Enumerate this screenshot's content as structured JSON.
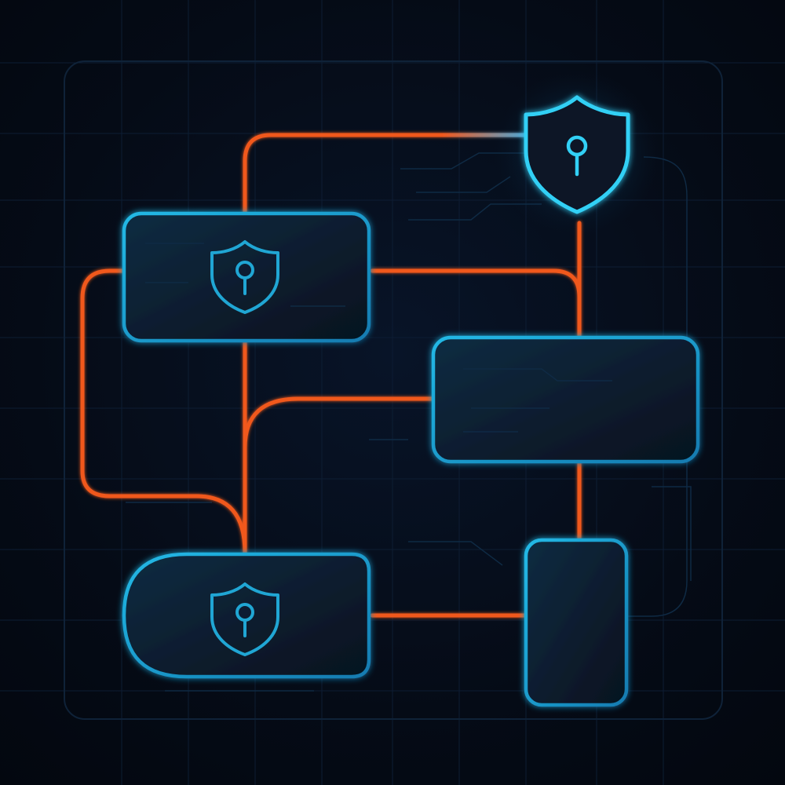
{
  "colors": {
    "background": "#050b16",
    "grid": "#0d1d33",
    "trace": "#0f2a44",
    "panel_border": "#0f2238",
    "node_fill_top": "#0b2a3f",
    "node_fill_bottom": "#071726",
    "node_stroke": "#1a8fc4",
    "node_stroke_bright": "#1cb8e6",
    "shield": "#20a6d4",
    "shield_bright": "#31d0f5",
    "connector": "#f0591f",
    "connector_glow": "#3ab0e8"
  },
  "icons": {
    "node_a_icon": "shield-lock-icon",
    "node_c_icon": "shield-lock-icon",
    "top_icon": "shield-lock-icon"
  },
  "nodes": [
    {
      "id": "node-a",
      "shape": "rounded-rect",
      "icon": "shield-lock-icon"
    },
    {
      "id": "node-b",
      "shape": "rounded-rect",
      "icon": ""
    },
    {
      "id": "node-c",
      "shape": "pill",
      "icon": "shield-lock-icon"
    },
    {
      "id": "node-d",
      "shape": "rounded-rect",
      "icon": ""
    },
    {
      "id": "top-shield",
      "shape": "shield",
      "icon": "shield-lock-icon"
    }
  ],
  "connections": [
    {
      "from": "node-a",
      "to": "top-shield"
    },
    {
      "from": "node-a",
      "to": "node-b"
    },
    {
      "from": "top-shield",
      "to": "node-b"
    },
    {
      "from": "node-a",
      "to": "node-c"
    },
    {
      "from": "node-a",
      "to": "node-c",
      "route": "left-loop"
    },
    {
      "from": "node-c",
      "to": "node-b"
    },
    {
      "from": "node-b",
      "to": "node-d"
    },
    {
      "from": "node-c",
      "to": "node-d"
    }
  ]
}
